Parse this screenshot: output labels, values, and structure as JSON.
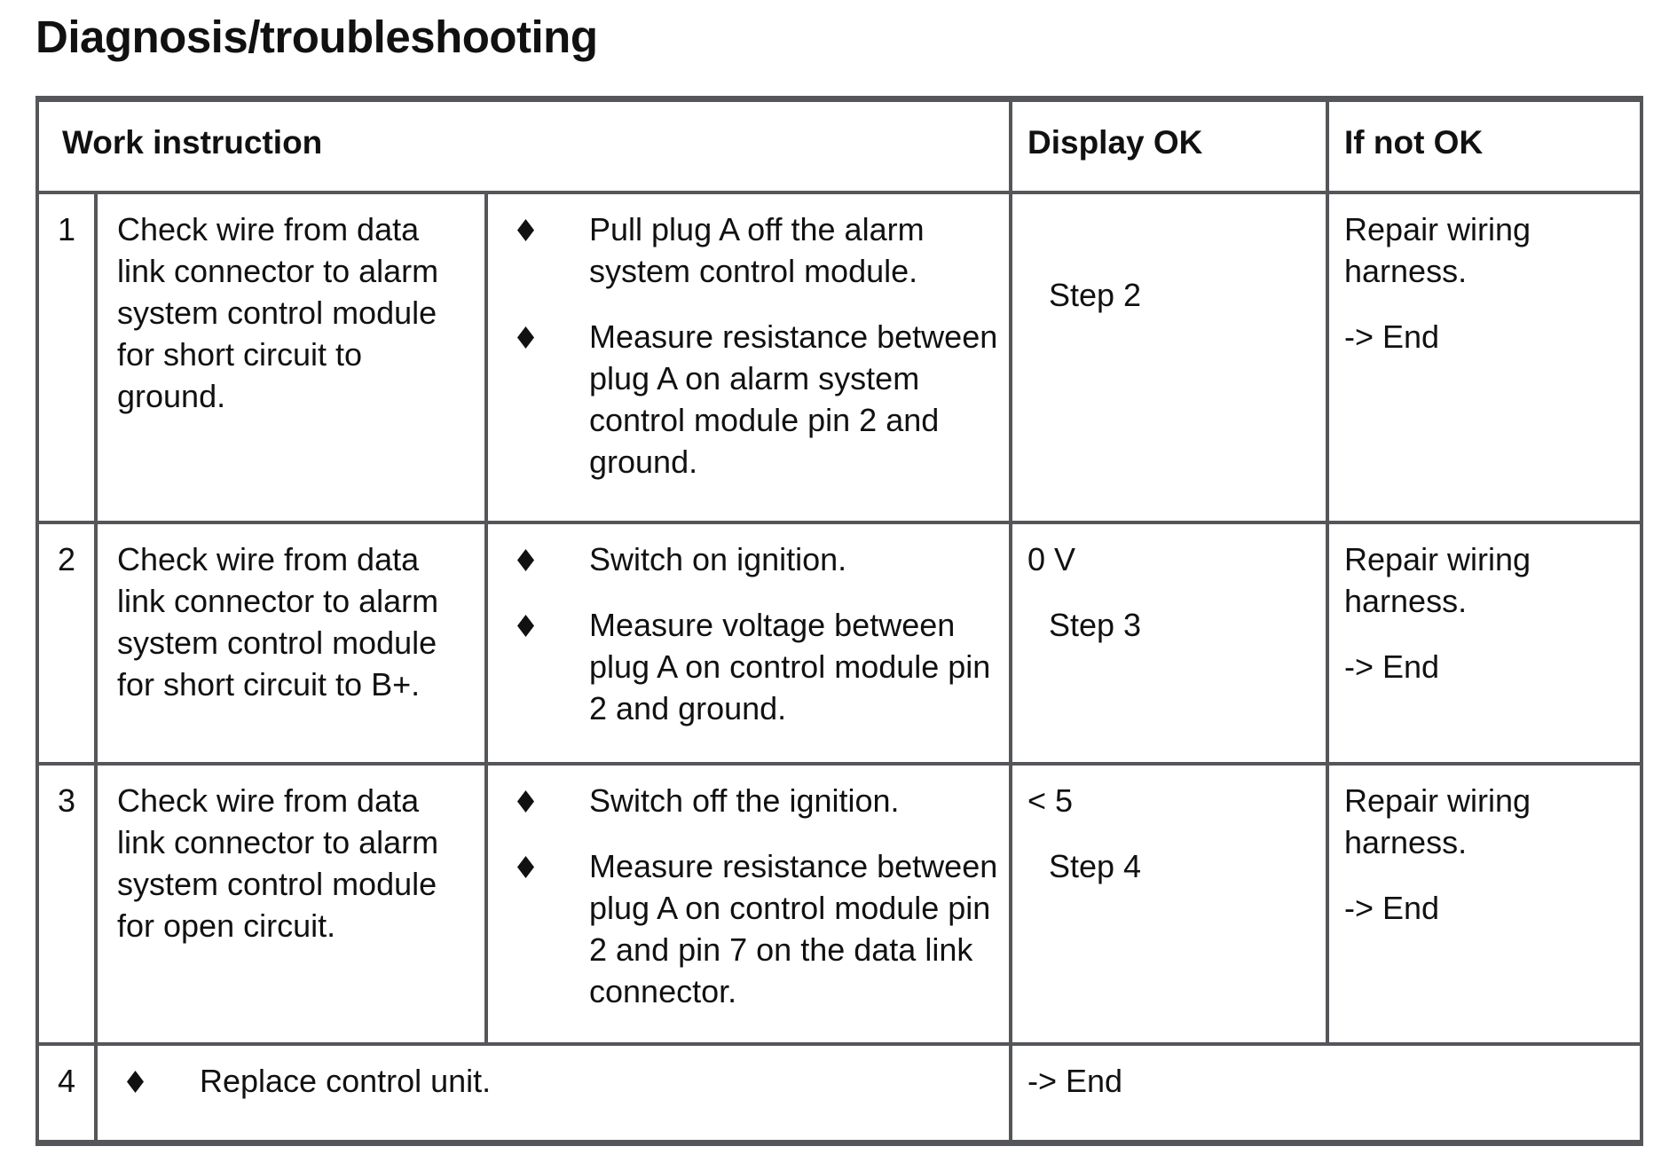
{
  "title": "Diagnosis/troubleshooting",
  "colors": {
    "border": "#55565a",
    "text": "#111111",
    "background": "#ffffff"
  },
  "table": {
    "headers": {
      "work_instruction": "Work instruction",
      "display_ok": "Display OK",
      "if_not_ok": "If not OK"
    },
    "rows": [
      {
        "num": "1",
        "check": "Check wire from data link connector to alarm system control module for short circuit to ground.",
        "steps": [
          "Pull plug A off the alarm system control module.",
          "Measure resistance between plug A on alarm system control module pin 2 and ground."
        ],
        "display_value": "",
        "display_step": "Step 2",
        "if_not_ok": [
          "Repair wiring harness.",
          "-> End"
        ]
      },
      {
        "num": "2",
        "check": "Check wire from data link connector to alarm system control module for short circuit to B+.",
        "steps": [
          "Switch on ignition.",
          "Measure voltage between plug A on control module pin 2 and ground."
        ],
        "display_value": "0 V",
        "display_step": "Step 3",
        "if_not_ok": [
          "Repair wiring harness.",
          "-> End"
        ]
      },
      {
        "num": "3",
        "check": "Check wire from data link connector to alarm system control module for open circuit.",
        "steps": [
          "Switch off the ignition.",
          "Measure resistance between plug A on control module pin 2 and pin 7 on the data link connector."
        ],
        "display_value": "< 5",
        "display_step": "Step 4",
        "if_not_ok": [
          "Repair wiring harness.",
          "-> End"
        ]
      }
    ],
    "final_row": {
      "num": "4",
      "action": "Replace control unit.",
      "result": "-> End"
    }
  }
}
